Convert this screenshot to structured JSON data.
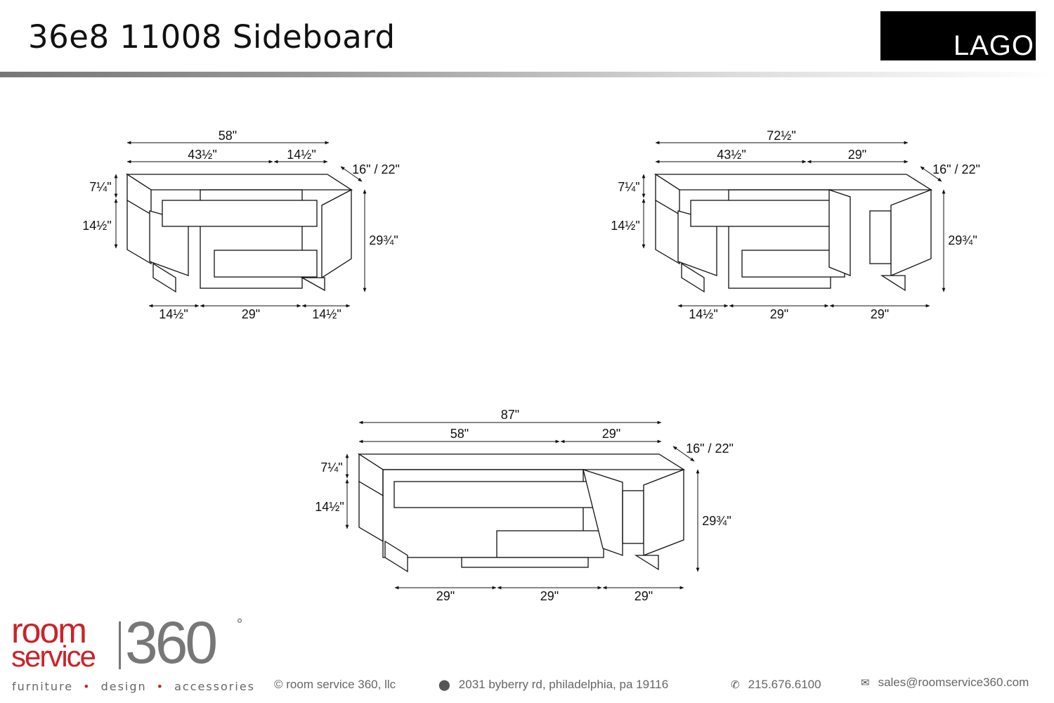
{
  "header": {
    "title": "36e8 11008 Sideboard",
    "brand": "LAGO"
  },
  "diagrams": [
    {
      "name": "58-inch",
      "overall": "58\"",
      "top_left": "43½\"",
      "top_right": "14½\"",
      "depth": "16\" / 22\"",
      "drawer_top": "7¼\"",
      "drawer_mid": "14½\"",
      "height": "29¾\"",
      "bottom": [
        "14½\"",
        "29\"",
        "14½\""
      ]
    },
    {
      "name": "72-inch",
      "overall": "72½\"",
      "top_left": "43½\"",
      "top_right": "29\"",
      "depth": "16\" / 22\"",
      "drawer_top": "7¼\"",
      "drawer_mid": "14½\"",
      "height": "29¾\"",
      "bottom": [
        "14½\"",
        "29\"",
        "29\""
      ]
    },
    {
      "name": "87-inch",
      "overall": "87\"",
      "top_left": "58\"",
      "top_right": "29\"",
      "depth": "16\" / 22\"",
      "drawer_top": "7¼\"",
      "drawer_mid": "14½\"",
      "height": "29¾\"",
      "bottom": [
        "29\"",
        "29\"",
        "29\""
      ]
    }
  ],
  "footer": {
    "logo_room": "room",
    "logo_service": "service",
    "logo_360": "360",
    "tagline": [
      "furniture",
      "design",
      "accessories"
    ],
    "copyright": "© room service 360, llc",
    "address": "2031 byberry rd, philadelphia, pa 19116",
    "phone": "215.676.6100",
    "email": "sales@roomservice360.com",
    "icons": {
      "address": "map-pin-icon",
      "phone": "phone-icon",
      "email": "envelope-icon"
    }
  },
  "colors": {
    "brand_red": "#cc2229",
    "logo_gray": "#777777"
  }
}
